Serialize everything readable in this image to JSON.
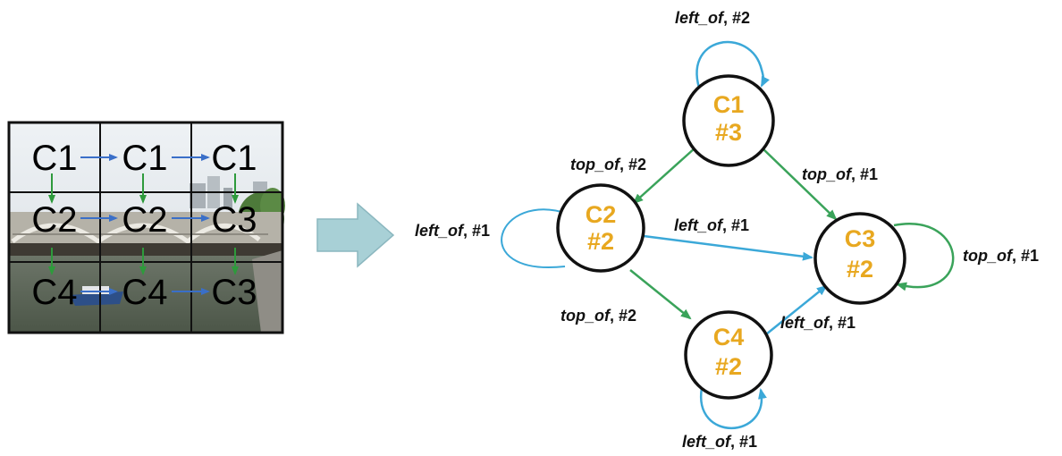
{
  "grid": {
    "cells": [
      [
        "C1",
        "C1",
        "C1"
      ],
      [
        "C2",
        "C2",
        "C3"
      ],
      [
        "C4",
        "C4",
        "C3"
      ]
    ]
  },
  "nodes": [
    {
      "id": "n1",
      "name": "C1",
      "count": "#3"
    },
    {
      "id": "n2",
      "name": "C2",
      "count": "#2"
    },
    {
      "id": "n3",
      "name": "C3",
      "count": "#2"
    },
    {
      "id": "n4",
      "name": "C4",
      "count": "#2"
    }
  ],
  "edges": [
    {
      "from": "C1",
      "to": "C1",
      "relation": "left_of",
      "count": ", #2"
    },
    {
      "from": "C1",
      "to": "C2",
      "relation": "top_of",
      "count": ", #2"
    },
    {
      "from": "C1",
      "to": "C3",
      "relation": "top_of",
      "count": ", #1"
    },
    {
      "from": "C2",
      "to": "C2",
      "relation": "left_of",
      "count": ", #1"
    },
    {
      "from": "C2",
      "to": "C3",
      "relation": "left_of",
      "count": ", #1"
    },
    {
      "from": "C2",
      "to": "C4",
      "relation": "top_of",
      "count": ", #2"
    },
    {
      "from": "C3",
      "to": "C3",
      "relation": "top_of",
      "count": ", #1"
    },
    {
      "from": "C4",
      "to": "C3",
      "relation": "left_of",
      "count": ", #1"
    },
    {
      "from": "C4",
      "to": "C4",
      "relation": "left_of",
      "count": ", #1"
    }
  ],
  "colors": {
    "left_of": "#3ba8d8",
    "top_of": "#3aa35a",
    "grid_left_arrow": "#3a6fc8",
    "grid_top_arrow": "#2e9a3c",
    "node_label": "#e8a820",
    "transform_arrow": "#a8d0d6"
  }
}
